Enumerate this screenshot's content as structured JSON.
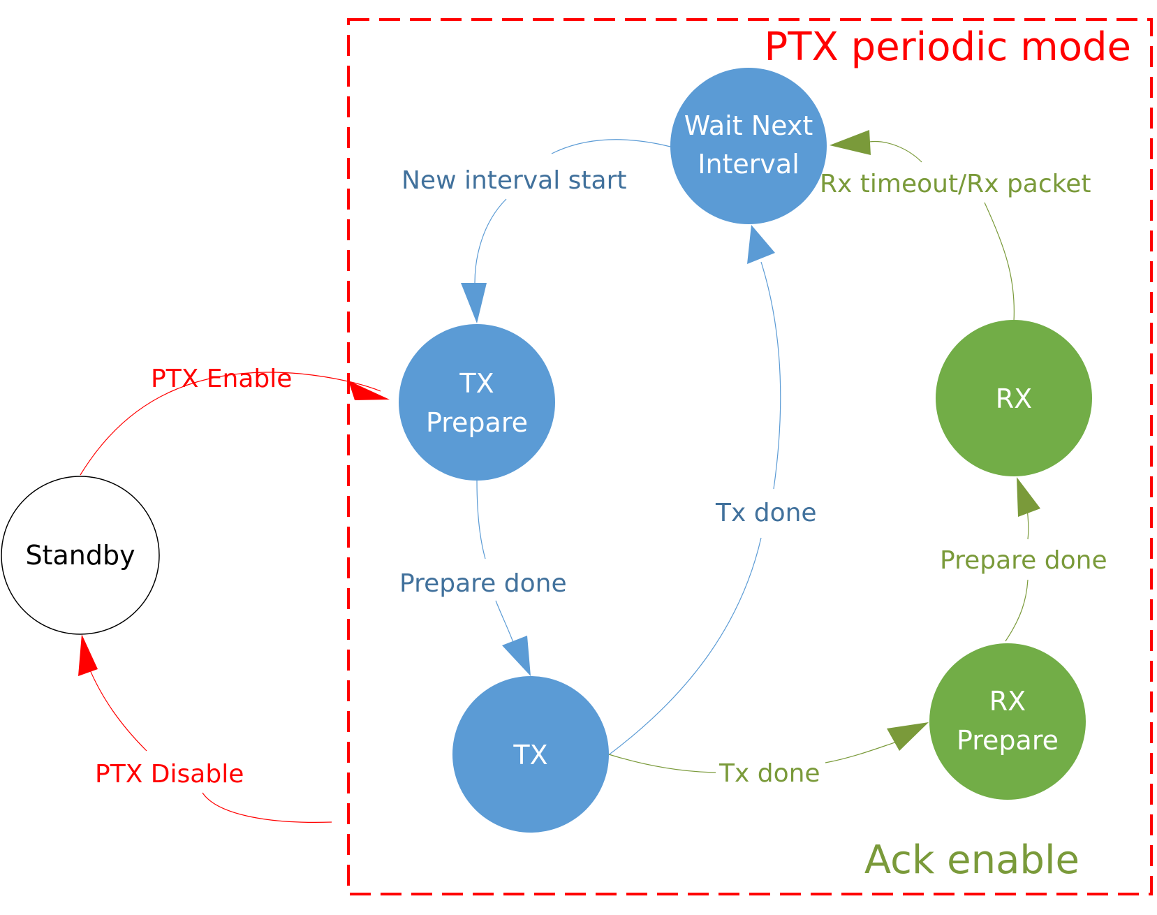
{
  "colors": {
    "blue_node": "#5b9bd5",
    "blue_text": "#41719c",
    "green_node": "#72ad47",
    "green_text": "#7a9a3a",
    "red": "#ff0000",
    "black": "#000000",
    "white": "#ffffff"
  },
  "frame": {
    "title": "PTX periodic mode",
    "subtitle": "Ack enable"
  },
  "nodes": {
    "standby": {
      "label": "Standby"
    },
    "wait_next_interval": {
      "line1": "Wait Next",
      "line2": "Interval"
    },
    "tx_prepare": {
      "line1": "TX",
      "line2": "Prepare"
    },
    "tx": {
      "label": "TX"
    },
    "rx": {
      "label": "RX"
    },
    "rx_prepare": {
      "line1": "RX",
      "line2": "Prepare"
    }
  },
  "edges": {
    "ptx_enable": "PTX Enable",
    "ptx_disable": "PTX Disable",
    "new_interval_start": "New interval start",
    "prepare_done_tx": "Prepare done",
    "tx_done_wait": "Tx done",
    "tx_done_rx": "Tx done",
    "prepare_done_rx": "Prepare done",
    "rx_timeout": "Rx timeout/Rx packet"
  }
}
